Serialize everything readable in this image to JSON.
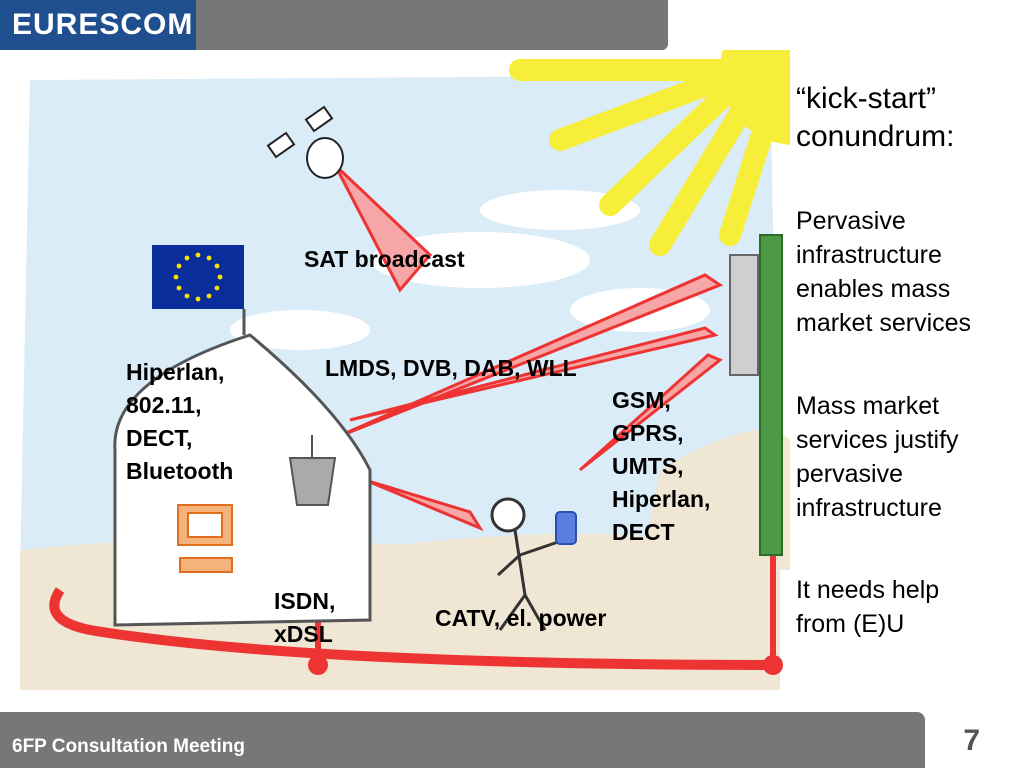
{
  "header": {
    "logo_text": "EURESCOM"
  },
  "diagram": {
    "sat_label": "SAT broadcast",
    "wireless_home_lines": [
      "Hiperlan,",
      "802.11,",
      "DECT,",
      "Bluetooth"
    ],
    "lmds_label": "LMDS, DVB, DAB, WLL",
    "mobile_lines": [
      "GSM,",
      "GPRS,",
      "UMTS,",
      "Hiperlan,",
      "DECT"
    ],
    "fixed_lines": [
      "ISDN,",
      "xDSL"
    ],
    "catv_label": "CATV, el. power"
  },
  "sidebar": {
    "title_lines": [
      "“kick-start”",
      "conundrum:"
    ],
    "para1_lines": [
      "Pervasive",
      "infrastructure",
      "enables mass",
      "market services"
    ],
    "para2_lines": [
      "Mass market",
      "services justify",
      "pervasive",
      "infrastructure"
    ],
    "para3_lines": [
      "It needs help",
      "from (E)U"
    ]
  },
  "footer": {
    "text": "6FP Consultation Meeting",
    "page_number": "7"
  },
  "colors": {
    "sky": "#d9ecf8",
    "sun": "#f7ee3a",
    "beam": "#ee3333",
    "ground": "#efe6d4",
    "mast": "#4d9a44",
    "eu_blue": "#0a2d9c",
    "header_gray": "#777777",
    "logo_blue": "#1f4f8f"
  }
}
